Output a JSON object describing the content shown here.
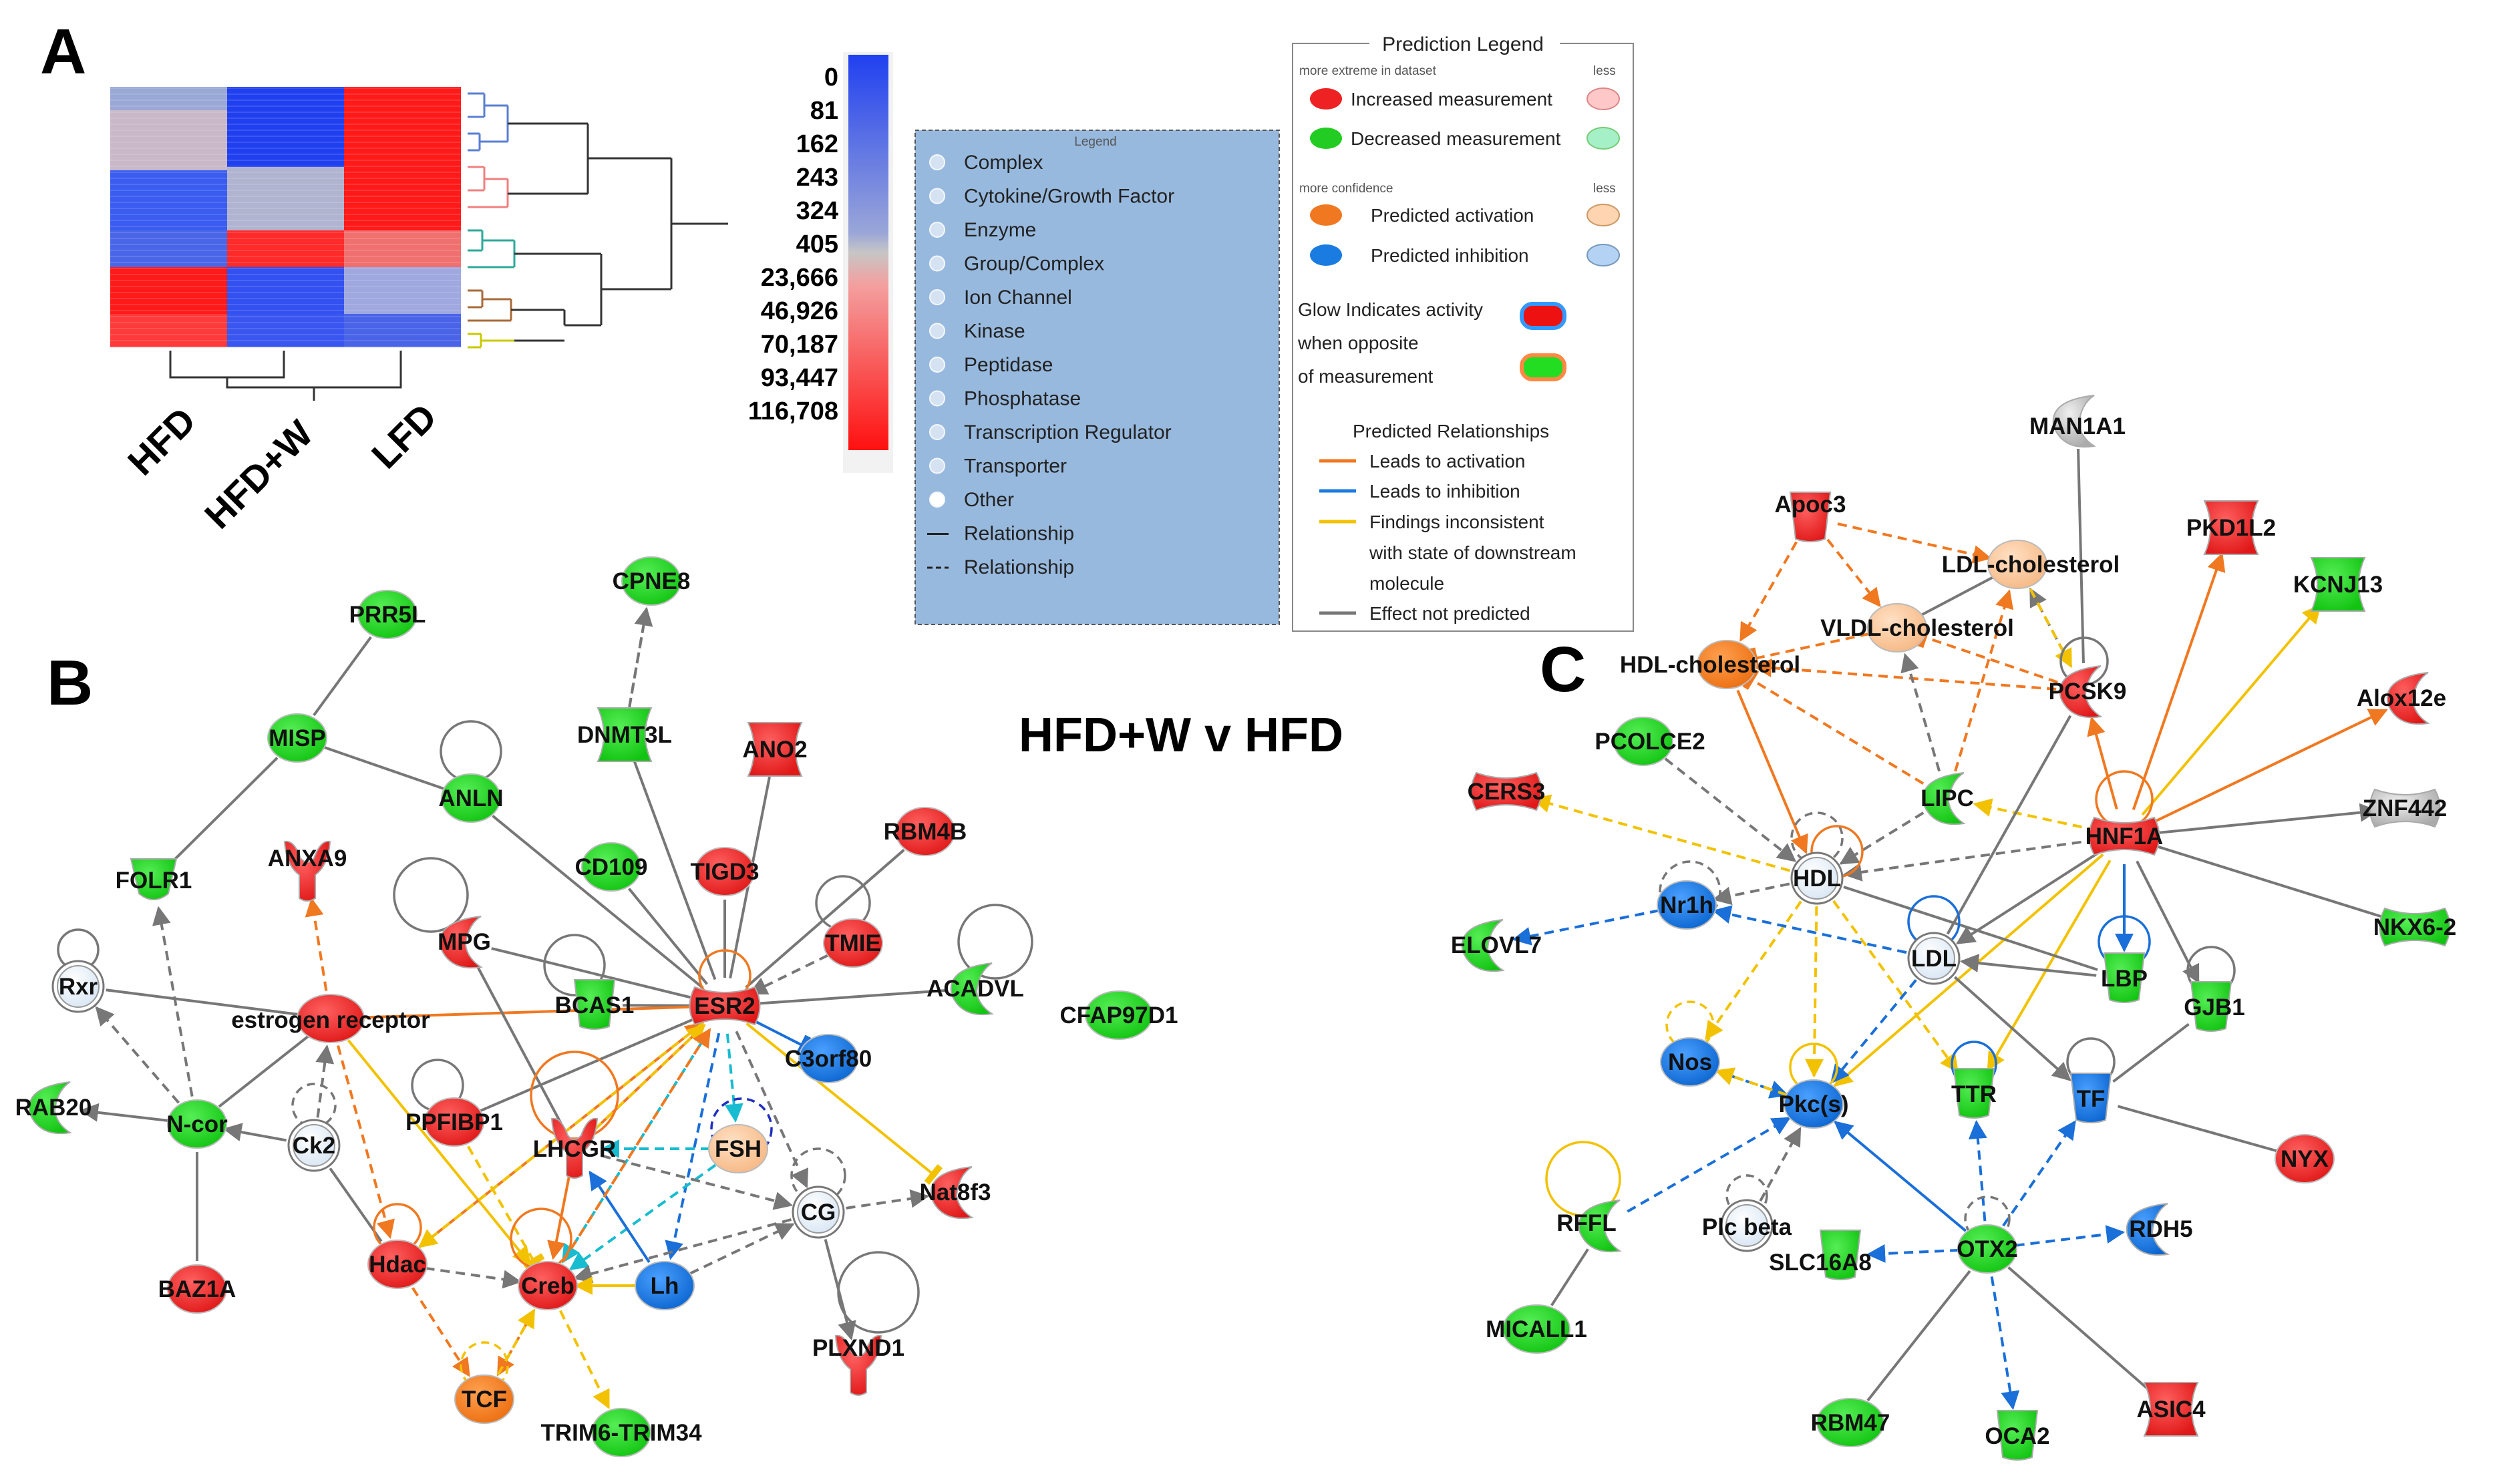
{
  "panels": {
    "a": "A",
    "b": "B",
    "c": "C"
  },
  "heatmap": {
    "conditions": [
      "HFD",
      "HFD+W",
      "LFD"
    ],
    "scale_values": [
      "0",
      "81",
      "162",
      "243",
      "324",
      "405",
      "23,666",
      "46,926",
      "70,187",
      "93,447",
      "116,708"
    ],
    "low_color": "#2b4cf0",
    "mid_color": "#c8c8c8",
    "high_color": "#ff1a1a"
  },
  "shape_legend": {
    "title": "Legend",
    "items": [
      "Complex",
      "Cytokine/Growth Factor",
      "Enzyme",
      "Group/Complex",
      "Ion Channel",
      "Kinase",
      "Peptidase",
      "Phosphatase",
      "Transcription Regulator",
      "Transporter",
      "Other",
      "Relationship",
      "Relationship"
    ],
    "background": "#98b9de"
  },
  "prediction_legend": {
    "title": "Prediction Legend",
    "extreme_label": "more extreme in dataset",
    "less_label_1": "less",
    "increased": "Increased measurement",
    "decreased": "Decreased measurement",
    "confidence_label": "more confidence",
    "less_label_2": "less",
    "activation": "Predicted activation",
    "inhibition": "Predicted inhibition",
    "glow_1": "Glow Indicates activity",
    "glow_2": "when opposite",
    "glow_3": "of measurement",
    "relationships_title": "Predicted Relationships",
    "rel_activation": "Leads to activation",
    "rel_inhibition": "Leads to inhibition",
    "rel_inconsistent_1": "Findings inconsistent",
    "rel_inconsistent_2": "with state of downstream",
    "rel_inconsistent_3": "molecule",
    "rel_not_predicted": "Effect not predicted",
    "colors": {
      "increased": "#ee2222",
      "decreased": "#22cc22",
      "activation": "#f07820",
      "inhibition": "#1a7be0",
      "inconsistent": "#f2c200",
      "not_predicted": "#777777"
    }
  },
  "network_b": {
    "title": "HFD+W v HFD",
    "nodes": {
      "prr5l": "PRR5L",
      "cpne8": "CPNE8",
      "misp": "MISP",
      "dnmt3l": "DNMT3L",
      "ano2": "ANO2",
      "anln": "ANLN",
      "rbm4b": "RBM4B",
      "folr1": "FOLR1",
      "anxa9": "ANXA9",
      "cd109": "CD109",
      "tigd3": "TIGD3",
      "mpg": "MPG",
      "tmie": "TMIE",
      "rxr": "Rxr",
      "acadvl": "ACADVL",
      "cfap97d1": "CFAP97D1",
      "bcas1": "BCAS1",
      "esr2": "ESR2",
      "estrogen_receptor": "estrogen receptor",
      "c3orf80": "C3orf80",
      "rab20": "RAB20",
      "ppfibp1": "PPFIBP1",
      "lhcgr": "LHCGR",
      "fsh": "FSH",
      "ncor": "N-cor",
      "ck2": "Ck2",
      "cg": "CG",
      "nat8f3": "Nat8f3",
      "hdac": "Hdac",
      "creb": "Creb",
      "lh": "Lh",
      "baz1a": "BAZ1A",
      "plxnd1": "PLXND1",
      "tcf": "TCF",
      "trim6": "TRIM6-TRIM34"
    }
  },
  "network_c": {
    "nodes": {
      "man1a1": "MAN1A1",
      "apoc3": "Apoc3",
      "pkd1l2": "PKD1L2",
      "ldl_chol": "LDL-cholesterol",
      "kcnj13": "KCNJ13",
      "vldl_chol": "VLDL-cholesterol",
      "hdl_chol": "HDL-cholesterol",
      "pcsk9": "PCSK9",
      "alox12e": "Alox12e",
      "pcolce2": "PCOLCE2",
      "cers3": "CERS3",
      "lipc": "LIPC",
      "hnf1a": "HNF1A",
      "znf442": "ZNF442",
      "hdl": "HDL",
      "nr1h": "Nr1h",
      "ldl": "LDL",
      "elovl7": "ELOVL7",
      "lbp": "LBP",
      "gjb1": "GJB1",
      "nkx62": "NKX6-2",
      "nos": "Nos",
      "pkc": "Pkc(s)",
      "ttr": "TTR",
      "tf": "TF",
      "nyx": "NYX",
      "rffl": "RFFL",
      "plcbeta": "Plc beta",
      "rdh5": "RDH5",
      "slc16a8": "SLC16A8",
      "otx2": "OTX2",
      "micall1": "MICALL1",
      "rbm47": "RBM47",
      "oca2": "OCA2",
      "asic4": "ASIC4"
    }
  }
}
